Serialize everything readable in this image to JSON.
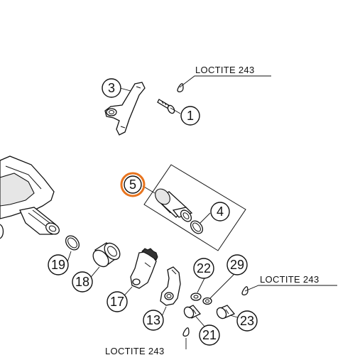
{
  "callouts": {
    "c1": "1",
    "c3": "3",
    "c4": "4",
    "c5": "5",
    "c13": "13",
    "c17": "17",
    "c18": "18",
    "c19": "19",
    "c21": "21",
    "c22": "22",
    "c23": "23",
    "c29": "29"
  },
  "notes": {
    "loctite_top": "LOCTITE 243",
    "loctite_right": "LOCTITE 243",
    "loctite_bottom": "LOCTITE 243"
  },
  "colors": {
    "highlight_ring": "#e8741e",
    "line": "#111111"
  }
}
